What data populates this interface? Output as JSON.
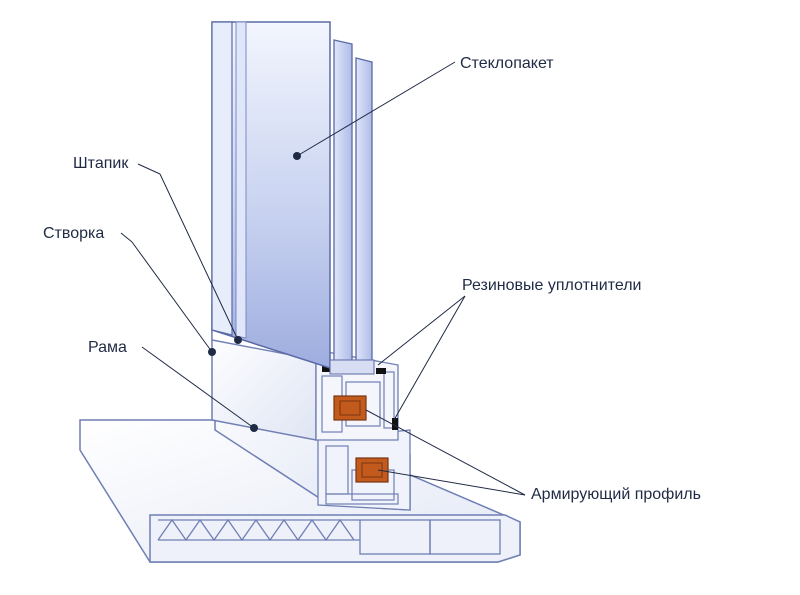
{
  "labels": {
    "glass_unit": "Стеклопакет",
    "glazing_bead": "Штапик",
    "sash": "Створка",
    "frame": "Рама",
    "rubber_seals": "Резиновые уплотнители",
    "reinforcing_profile": "Армирующий профиль"
  },
  "colors": {
    "text": "#1f2a44",
    "glass_light": "#e9eefb",
    "glass_mid": "#c2cdee",
    "glass_dark": "#9aa9de",
    "profile": "#f4f6fb",
    "profile_edge": "#6f7fb4",
    "reinforcement": "#c25a1e"
  }
}
